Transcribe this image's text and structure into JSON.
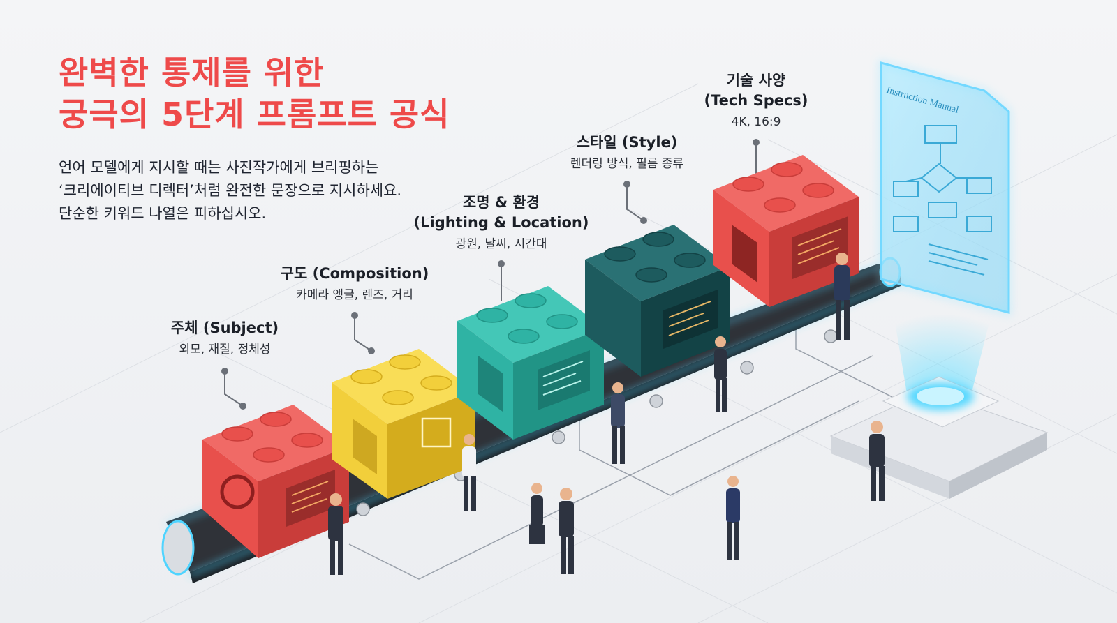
{
  "title": {
    "line1": "완벽한 통제를 위한",
    "line2": "궁극의 5단계 프롬프트 공식"
  },
  "description": {
    "line1": "언어 모델에게 지시할 때는 사진작가에게 브리핑하는",
    "line2": "‘크리에이티브 디렉터’처럼 완전한 문장으로 지시하세요.",
    "line3": "단순한 키워드 나열은 피하십시오."
  },
  "steps": [
    {
      "title": "주체 (Subject)",
      "subtitle": "외모, 재질, 정체성",
      "color": "#e8504c"
    },
    {
      "title": "구도 (Composition)",
      "subtitle": "카메라 앵글, 렌즈, 거리",
      "color": "#f2cf3b"
    },
    {
      "title1": "조명 & 환경",
      "title2": "(Lighting & Location)",
      "subtitle": "광원, 날씨, 시간대",
      "color": "#2fb3a4"
    },
    {
      "title": "스타일 (Style)",
      "subtitle": "렌더링 방식, 필름 종류",
      "color": "#1d5b5e"
    },
    {
      "title1": "기술 사양",
      "title2": "(Tech Specs)",
      "subtitle": "4K, 16:9",
      "color": "#e8504c"
    }
  ],
  "manual": {
    "label": "Instruction Manual"
  },
  "colors": {
    "title": "#ee4a4a",
    "belt": "#3a3d44",
    "glow": "#4fd4ff"
  }
}
